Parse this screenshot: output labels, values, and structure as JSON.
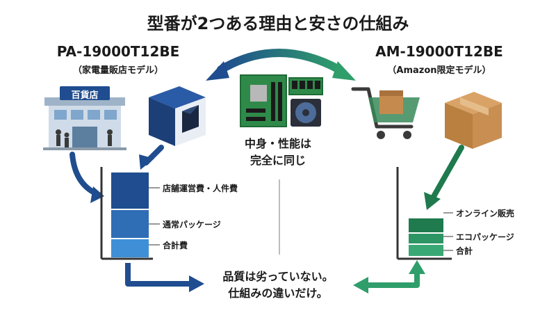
{
  "title": "型番が2つある理由と安さの仕組み",
  "left_model": {
    "name": "PA-19000T12BE",
    "sub": "（家電量販店モデル）",
    "store_sign": "百貨店"
  },
  "right_model": {
    "name": "AM-19000T12BE",
    "sub": "（Amazon限定モデル）"
  },
  "center_text": {
    "line1": "中身・性能は",
    "line2": "完全に同じ"
  },
  "left_costs": [
    "店舗運営費・人件費",
    "通常パッケージ",
    "合計費"
  ],
  "right_costs": [
    "オンライン販売",
    "エコパッケージ",
    "合計"
  ],
  "bottom_text": {
    "line1": "品質は劣っていない。",
    "line2": "仕組みの違いだけ。"
  },
  "colors": {
    "blue_dark": "#1f4d8f",
    "blue_mid": "#2f6db5",
    "blue_light": "#3f8fd6",
    "green_dark": "#1f7a4e",
    "green_mid": "#2d9563",
    "green_light": "#3aa874"
  }
}
